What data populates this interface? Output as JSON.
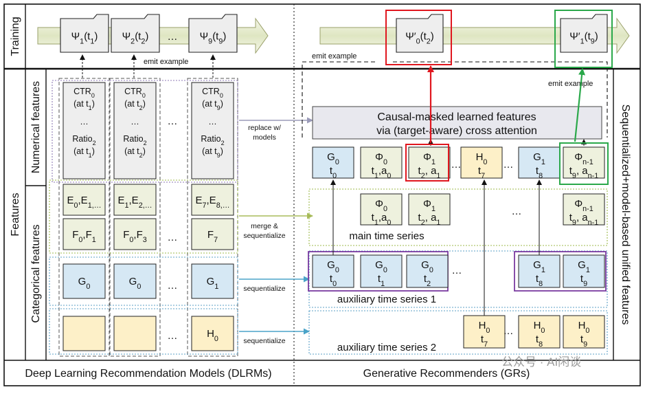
{
  "left_labels": {
    "training": "Training",
    "features": "Features",
    "numerical": "Numerical features",
    "categorical": "Categorical features"
  },
  "right_label": "Sequentialized+model-based unified features",
  "bottom": {
    "left": "Deep Learning Recommendation Models (DLRMs)",
    "right": "Generative Recommenders (GRs)"
  },
  "watermark": "公众号 · AI闲谈",
  "training": {
    "left_models": [
      {
        "name": "Ψ",
        "sub": "1",
        "arg": "t",
        "arg_sub": "1"
      },
      {
        "name": "Ψ",
        "sub": "2",
        "arg": "t",
        "arg_sub": "2"
      },
      {
        "name": "Ψ",
        "sub": "9",
        "arg": "t",
        "arg_sub": "9"
      }
    ],
    "ellipsis": "…",
    "left_emit": "emit example",
    "right_models": [
      {
        "name": "Ψ′",
        "sub": "0",
        "arg": "t",
        "arg_sub": "2"
      },
      {
        "name": "Ψ′",
        "sub": "1",
        "arg": "t",
        "arg_sub": "9"
      }
    ],
    "right_emit_left": "emit example",
    "right_emit_right": "emit example"
  },
  "dlrm": {
    "numerical_columns": [
      {
        "top": {
          "a": "CTR",
          "a_sub": "0",
          "b": "(at t",
          "b_sub": "1",
          "b_end": ")"
        },
        "bottom": {
          "a": "Ratio",
          "a_sub": "2",
          "b": "(at t",
          "b_sub": "1",
          "b_end": ")"
        }
      },
      {
        "top": {
          "a": "CTR",
          "a_sub": "0",
          "b": "(at t",
          "b_sub": "2",
          "b_end": ")"
        },
        "bottom": {
          "a": "Ratio",
          "a_sub": "2",
          "b": "(at t",
          "b_sub": "2",
          "b_end": ")"
        }
      },
      {
        "top": {
          "a": "CTR",
          "a_sub": "0",
          "b": "(at t",
          "b_sub": "9",
          "b_end": ")"
        },
        "bottom": {
          "a": "Ratio",
          "a_sub": "2",
          "b": "(at t",
          "b_sub": "9",
          "b_end": ")"
        }
      }
    ],
    "mid_dots": "…",
    "e_row": [
      {
        "p1": "E",
        "s1": "0",
        "p2": ",E",
        "s2": "1,…"
      },
      {
        "p1": "E",
        "s1": "1",
        "p2": ",E",
        "s2": "2,…"
      },
      {
        "p1": "E",
        "s1": "7",
        "p2": ",E",
        "s2": "8,…"
      }
    ],
    "f_row": [
      {
        "p1": "F",
        "s1": "0",
        "p2": ",F",
        "s2": "1"
      },
      {
        "p1": "F",
        "s1": "0",
        "p2": ",F",
        "s2": "3"
      },
      {
        "p1": "F",
        "s1": "7",
        "p2": "",
        "s2": ""
      }
    ],
    "g_row": [
      {
        "p": "G",
        "s": "0"
      },
      {
        "p": "G",
        "s": "0"
      },
      {
        "p": "G",
        "s": "1"
      }
    ],
    "h_row": [
      {
        "p": "",
        "s": ""
      },
      {
        "p": "",
        "s": ""
      },
      {
        "p": "H",
        "s": "0"
      }
    ]
  },
  "arrows": {
    "replace": "replace w/ models",
    "merge": "merge & sequentialize",
    "seq1": "sequentialize",
    "seq2": "sequentialize"
  },
  "gr": {
    "causal_line1": "Causal-masked learned features",
    "causal_line2": "via (target-aware) cross attention",
    "top_row": [
      {
        "kind": "G",
        "l1": "G",
        "l1s": "0",
        "l2": "t",
        "l2s": "0",
        "l2b": "",
        "l2bs": ""
      },
      {
        "kind": "P",
        "l1": "Φ",
        "l1s": "0",
        "l2": "t",
        "l2s": "1",
        "l2b": ",a",
        "l2bs": "0"
      },
      {
        "kind": "P",
        "l1": "Φ",
        "l1s": "1",
        "l2": "t",
        "l2s": "2",
        "l2b": ", a",
        "l2bs": "1"
      },
      {
        "kind": "H",
        "l1": "H",
        "l1s": "0",
        "l2": "t",
        "l2s": "7",
        "l2b": "",
        "l2bs": ""
      },
      {
        "kind": "G",
        "l1": "G",
        "l1s": "1",
        "l2": "t",
        "l2s": "8",
        "l2b": "",
        "l2bs": ""
      },
      {
        "kind": "P",
        "l1": "Φ",
        "l1s": "n-1",
        "l2": "t",
        "l2s": "9",
        "l2b": ", a",
        "l2bs": "n-1"
      }
    ],
    "main_row": [
      {
        "l1": "Φ",
        "l1s": "0",
        "l2": "t",
        "l2s": "1",
        "l2b": ",a",
        "l2bs": "0"
      },
      {
        "l1": "Φ",
        "l1s": "1",
        "l2": "t",
        "l2s": "2",
        "l2b": ", a",
        "l2bs": "1"
      },
      {
        "l1": "Φ",
        "l1s": "n-1",
        "l2": "t",
        "l2s": "9",
        "l2b": ", a",
        "l2bs": "n-1"
      }
    ],
    "main_label": "main time series",
    "aux1_row": [
      {
        "l1": "G",
        "l1s": "0",
        "l2": "t",
        "l2s": "0"
      },
      {
        "l1": "G",
        "l1s": "0",
        "l2": "t",
        "l2s": "1"
      },
      {
        "l1": "G",
        "l1s": "0",
        "l2": "t",
        "l2s": "2"
      },
      {
        "l1": "G",
        "l1s": "1",
        "l2": "t",
        "l2s": "8"
      },
      {
        "l1": "G",
        "l1s": "1",
        "l2": "t",
        "l2s": "9"
      }
    ],
    "aux1_label": "auxiliary time series 1",
    "aux2_row": [
      {
        "l1": "H",
        "l1s": "0",
        "l2": "t",
        "l2s": "7"
      },
      {
        "l1": "H",
        "l1s": "0",
        "l2": "t",
        "l2s": "8"
      },
      {
        "l1": "H",
        "l1s": "0",
        "l2": "t",
        "l2s": "9"
      }
    ],
    "aux2_label": "auxiliary time series 2",
    "dots": "…"
  },
  "colors": {
    "blue_fill": "#d6e8f4",
    "yellow_fill": "#fdf0c8",
    "green_fill": "#eef1de",
    "gray_fill": "#eeeeee",
    "causal_fill": "#e8e8ee",
    "red": "#e0161e",
    "green": "#2aa84a",
    "purple": "#7a3aa0",
    "dot_blue": "#5a9fc6",
    "dot_green": "#9dba4a",
    "dot_purple": "#8e7ab5"
  }
}
